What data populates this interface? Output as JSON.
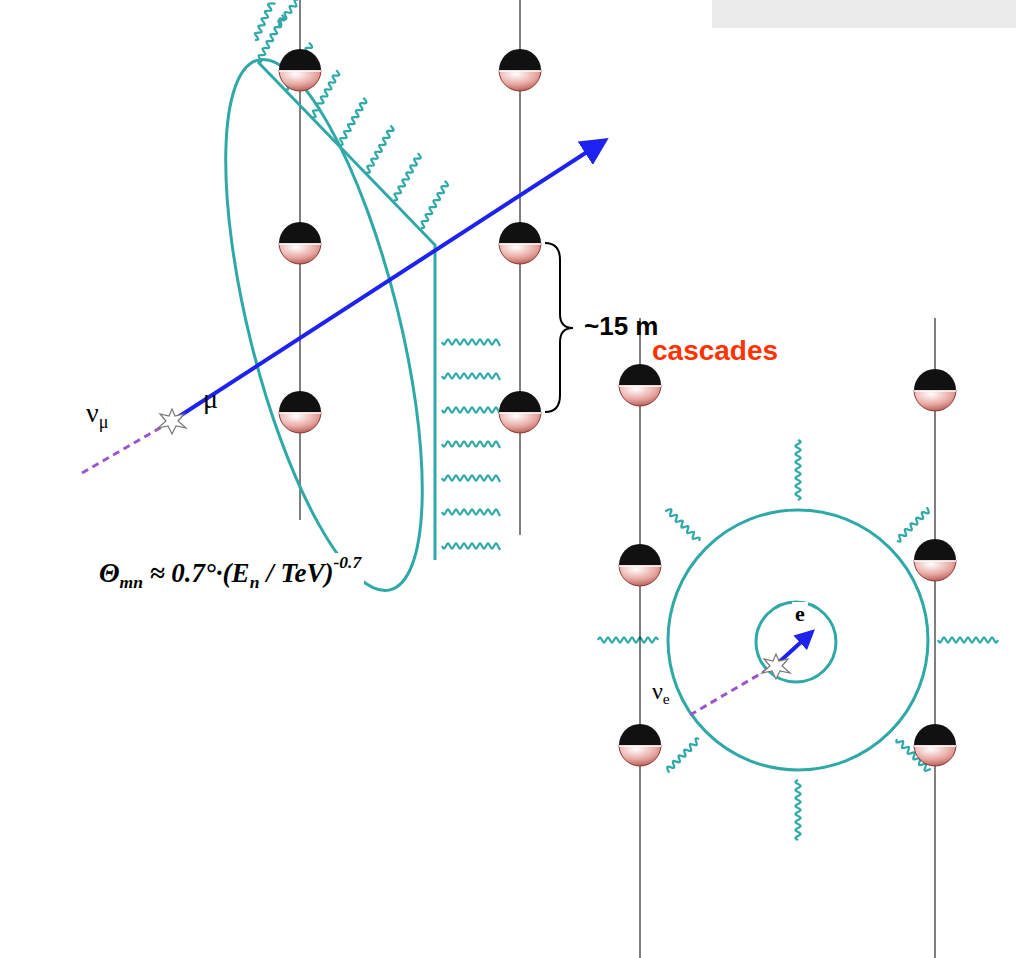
{
  "diagram": {
    "labels": [
      "νμ",
      "μ",
      "~15 m",
      "cascades",
      "Θmn ≈ 0.7°·(En / TeV)-0.7",
      "νe",
      "e"
    ]
  }
}
